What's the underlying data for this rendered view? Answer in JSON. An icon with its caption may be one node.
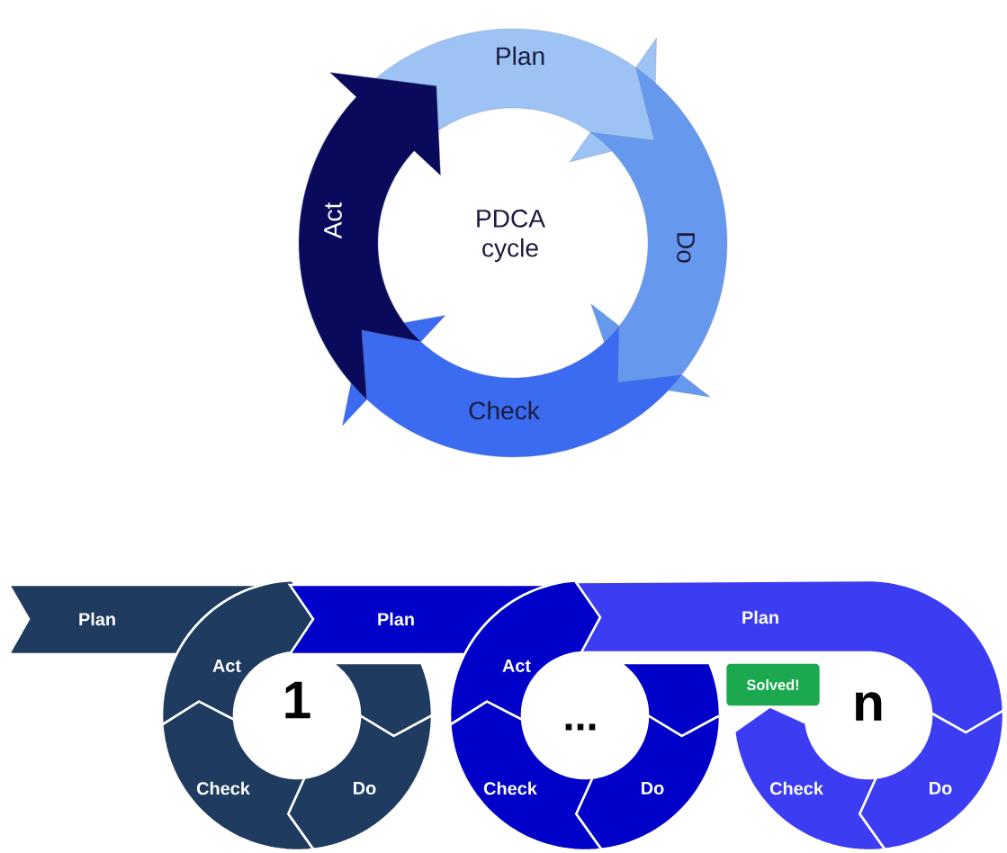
{
  "diagram": {
    "nodes": [
      {
        "text": [
          "Plan"
        ]
      },
      {
        "text": [
          "Do"
        ]
      },
      {
        "text": [
          "Check"
        ]
      },
      {
        "text": [
          "Act"
        ]
      },
      {
        "text": [
          "Plan"
        ]
      },
      {
        "text": [
          "Act"
        ]
      },
      {
        "text": [],
        "shape": "arc"
      },
      {
        "text": [
          "Check"
        ]
      },
      {
        "text": [
          "Do"
        ]
      },
      {
        "text": [
          "Plan"
        ]
      },
      {
        "text": [
          "Act"
        ]
      },
      {
        "text": [],
        "shape": "arc"
      },
      {
        "text": [
          "Check"
        ]
      },
      {
        "text": [
          "Do"
        ]
      },
      {
        "text": [
          "Plan"
        ]
      },
      {
        "text": [
          "Solved!"
        ]
      },
      {
        "text": [
          "Check"
        ]
      },
      {
        "text": [
          "Do"
        ]
      }
    ],
    "labels": [
      "PDCA cycle",
      "1",
      "...",
      "n"
    ]
  }
}
